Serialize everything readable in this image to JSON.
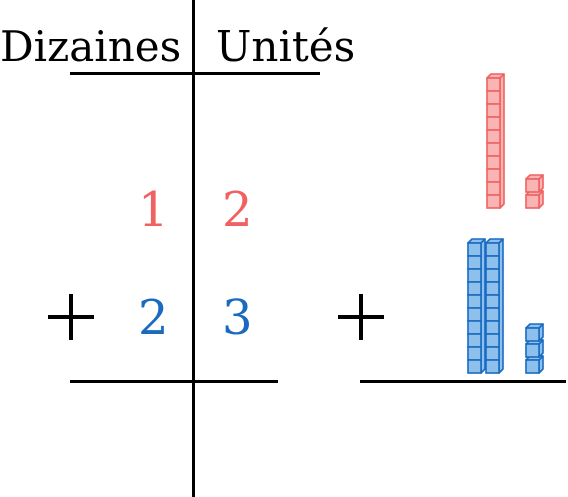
{
  "headers": {
    "tens": "Dizaines",
    "units": "Unités"
  },
  "first_number": {
    "tens_digit": "1",
    "units_digit": "2",
    "color": "#f06262"
  },
  "second_number": {
    "tens_digit": "2",
    "units_digit": "3",
    "color": "#1a6bbf"
  },
  "base_ten_blocks": {
    "first_number": {
      "rods": 1,
      "cubes": 2,
      "color": "#f06262",
      "fill": "#fbb4b4"
    },
    "second_number": {
      "rods": 2,
      "cubes": 3,
      "color": "#1a6bbf",
      "fill": "#8ec0ee"
    }
  }
}
